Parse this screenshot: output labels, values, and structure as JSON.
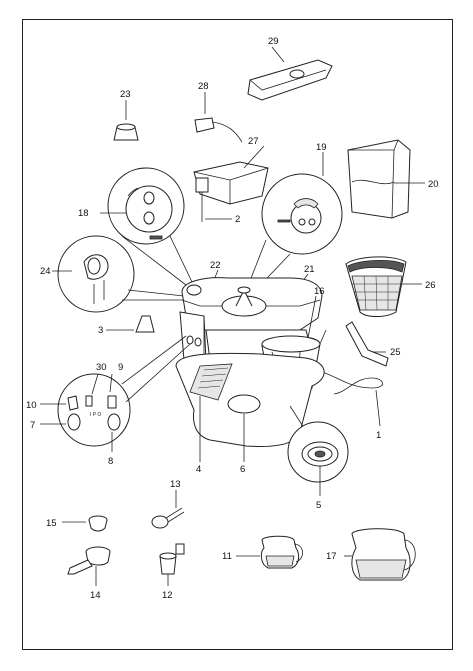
{
  "callouts": {
    "p1": "1",
    "p2": "2",
    "p3": "3",
    "p4": "4",
    "p5": "5",
    "p6": "6",
    "p7": "7",
    "p8": "8",
    "p9": "9",
    "p10": "10",
    "p11": "11",
    "p12": "12",
    "p13": "13",
    "p14": "14",
    "p15": "15",
    "p16": "16",
    "p17": "17",
    "p18": "18",
    "p19": "19",
    "p20": "20",
    "p21": "21",
    "p22": "22",
    "p23": "23",
    "p24": "24",
    "p25": "25",
    "p26": "26",
    "p27": "27",
    "p28": "28",
    "p29": "29",
    "p30": "30"
  },
  "colors": {
    "line": "#222222",
    "fill": "#ffffff",
    "shade": "#e6e6e6"
  }
}
